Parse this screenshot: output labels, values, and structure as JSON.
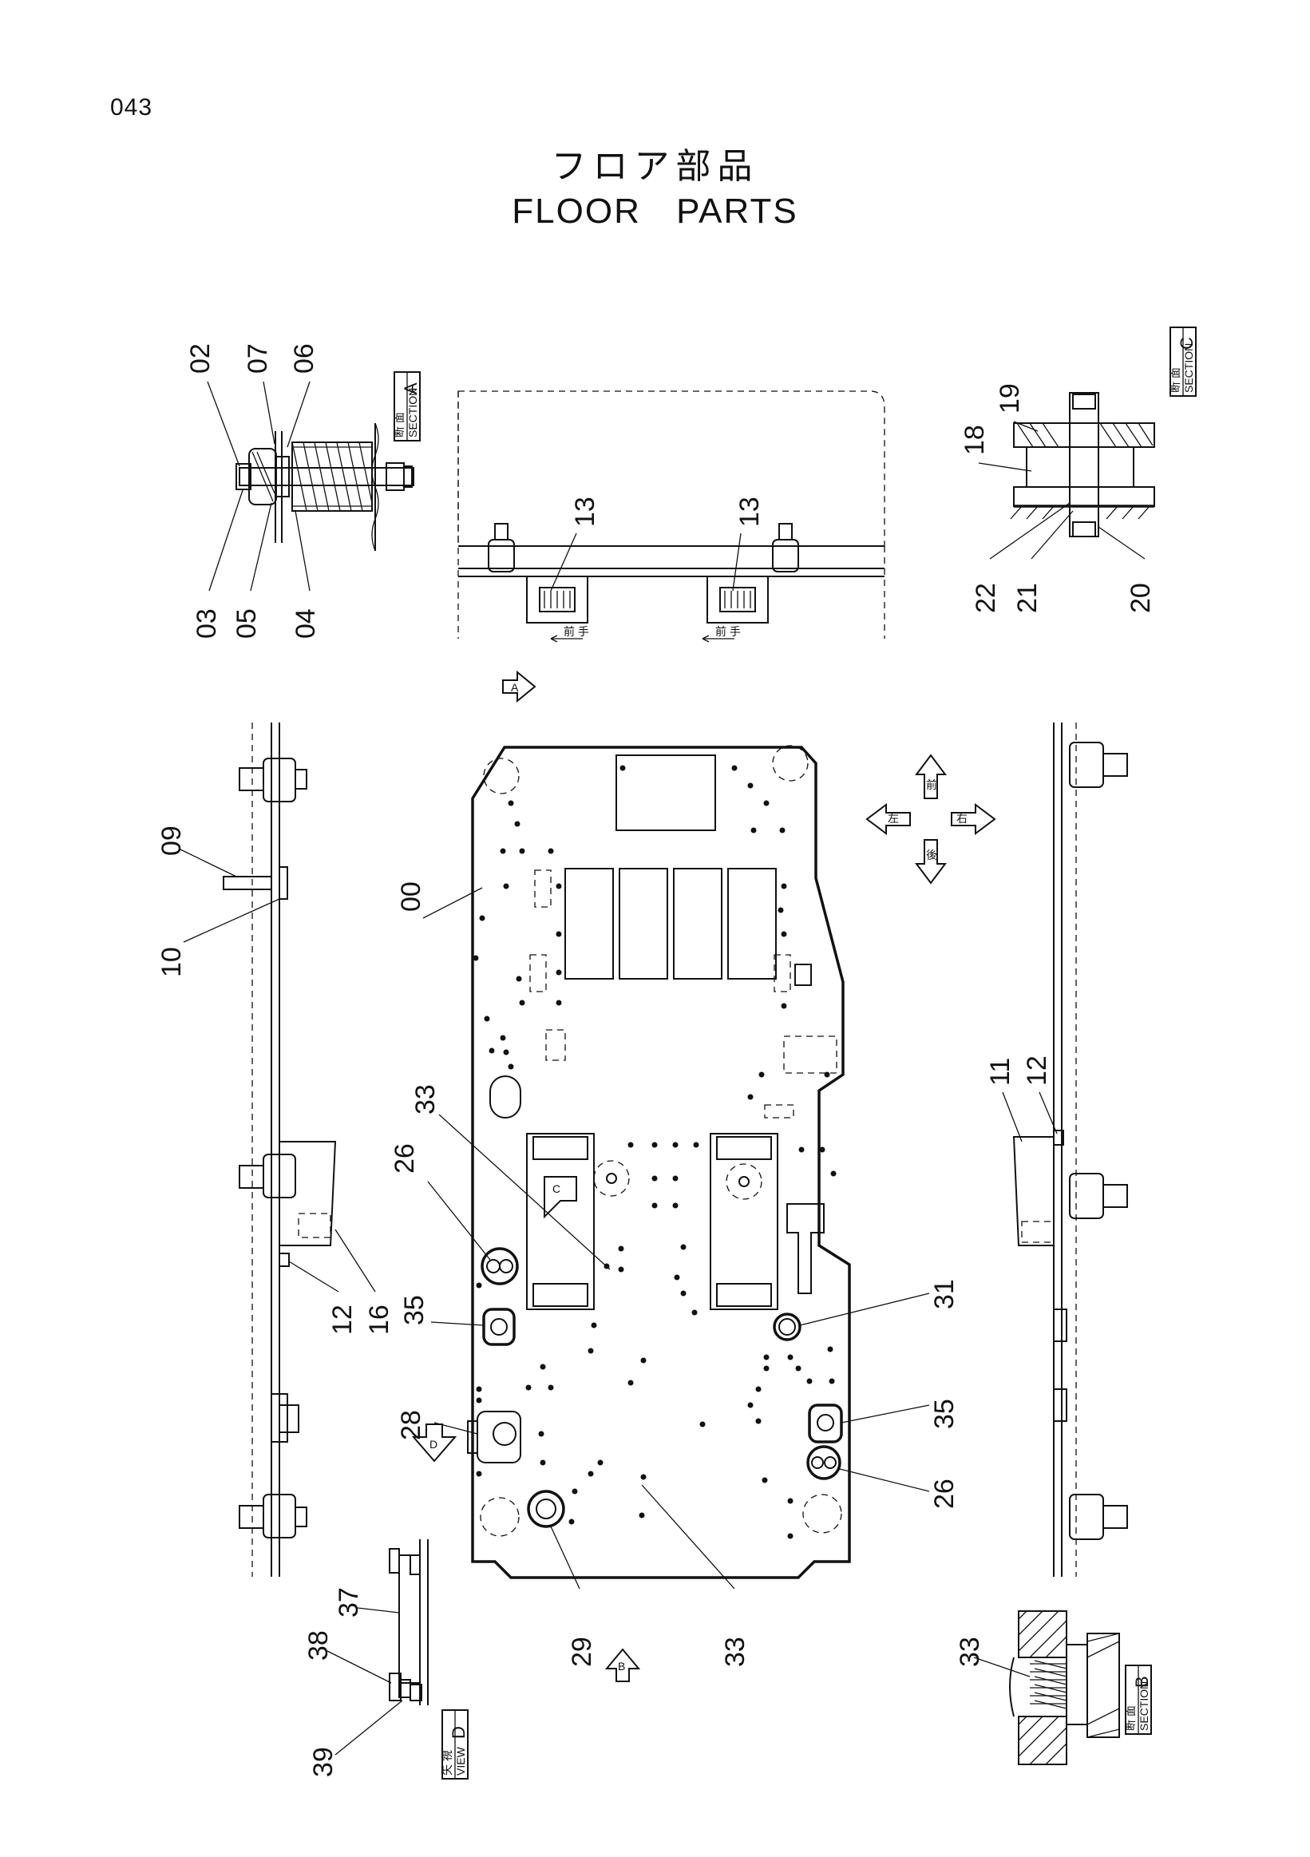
{
  "page_number": "043",
  "title_jp": "フロア部品",
  "title_en": "FLOOR   PARTS",
  "section_tags": {
    "section_a": {
      "jp": "断 面",
      "en": "SECTION",
      "letter": "A"
    },
    "section_b": {
      "jp": "断 面",
      "en": "SECTION",
      "letter": "B"
    },
    "section_c": {
      "jp": "断 面",
      "en": "SECTION",
      "letter": "C"
    },
    "view_d": {
      "jp": "矢 視",
      "en": "VIEW",
      "letter": "D"
    }
  },
  "view_arrows": {
    "a": "A",
    "b": "B",
    "c": "C",
    "d": "D"
  },
  "direction_compass": {
    "front": "前",
    "rear": "後",
    "left": "左",
    "right": "右"
  },
  "mount_note": "前 手",
  "callouts": [
    "02",
    "07",
    "06",
    "03",
    "05",
    "04",
    "13",
    "13",
    "19",
    "18",
    "22",
    "21",
    "20",
    "09",
    "10",
    "00",
    "33",
    "26",
    "12",
    "16",
    "35",
    "28",
    "29",
    "33",
    "31",
    "35",
    "26",
    "11",
    "12",
    "33",
    "37",
    "38",
    "39"
  ]
}
